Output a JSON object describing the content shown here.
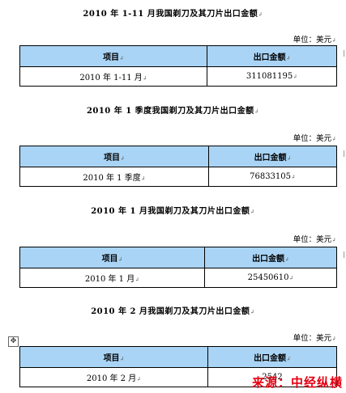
{
  "sections": [
    {
      "title": "2010 年 1-11 月我国剃刀及其刀片出口金额",
      "unit": "单位：美元",
      "headers": [
        "项目",
        "出口金额"
      ],
      "row": [
        "2010 年 1-11 月",
        "311081195"
      ]
    },
    {
      "title": "2010 年 1 季度我国剃刀及其刀片出口金额",
      "unit": "单位：美元",
      "headers": [
        "项目",
        "出口金额"
      ],
      "row": [
        "2010 年 1 季度",
        "76833105"
      ]
    },
    {
      "title": "2010 年 1 月我国剃刀及其刀片出口金额",
      "unit": "单位：美元",
      "headers": [
        "项目",
        "出口金额"
      ],
      "row": [
        "2010 年 1 月",
        "25450610"
      ]
    },
    {
      "title": "2010 年 2 月我国剃刀及其刀片出口金额",
      "unit": "单位：美元",
      "headers": [
        "项目",
        "出口金额"
      ],
      "row": [
        "2010 年 2 月",
        "2542"
      ]
    }
  ],
  "watermark": "来源：中经纵横",
  "icons": {
    "table_handle": "move-handle-icon"
  },
  "colors": {
    "header_fill": "#a9d4f5",
    "watermark": "#e60012"
  }
}
